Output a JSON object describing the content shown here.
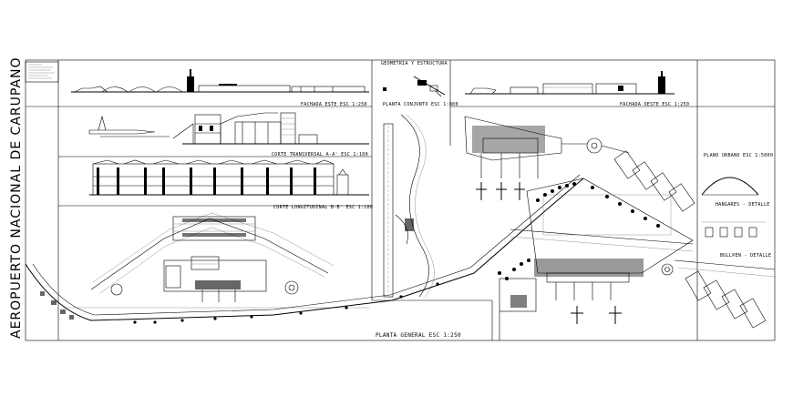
{
  "project_title": "AEROPUERTO NACIONAL DE CARUPANO",
  "labels": {
    "geometria": "GEOMETRIA Y ESTRUCTURA",
    "fachada_este": "FACHADA ESTE ESC 1:250",
    "planta_conjunto": "PLANTA CONJUNTO ESC 1:800",
    "fachada_oeste": "FACHADA OESTE ESC 1:250",
    "corte_transversal": "CORTE TRANSVERSAL A-A' ESC 1:100",
    "corte_longitudinal": "CORTE LONGITUDINAL B-B' ESC 1:100",
    "plano_urbano": "PLANO URBANO ESC 1:5000",
    "hangares": "HANGARES - DETALLE",
    "bullpen": "BULLPEN - DETALLE",
    "planta_general": "PLANTA GENERAL ESC 1:250"
  }
}
